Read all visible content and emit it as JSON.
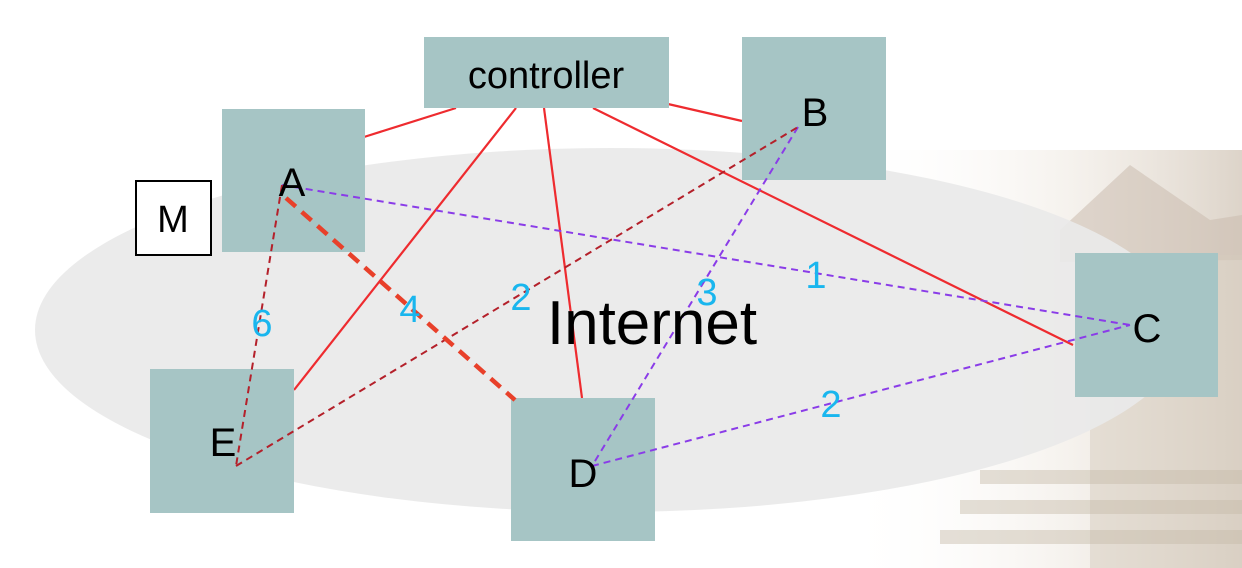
{
  "colors": {
    "node_fill": "#a6c5c5",
    "cloud_fill": "#e9e9e9",
    "control_link": "#ee2b2f",
    "purple_link": "#8a3ce8",
    "darkred_link": "#b4202a",
    "highlight_link": "#e8402a",
    "weight_text": "#19b6ee",
    "background_scene": "#d8cfc2"
  },
  "diagram": {
    "cloud_label": "Internet",
    "controller_label": "controller",
    "monitor_label": "M",
    "nodes": {
      "A": "A",
      "B": "B",
      "C": "C",
      "D": "D",
      "E": "E"
    },
    "weights": {
      "A_C": "1",
      "D_C": "2",
      "E_B": "2",
      "B_D": "3",
      "A_D": "4",
      "A_E": "6"
    }
  }
}
